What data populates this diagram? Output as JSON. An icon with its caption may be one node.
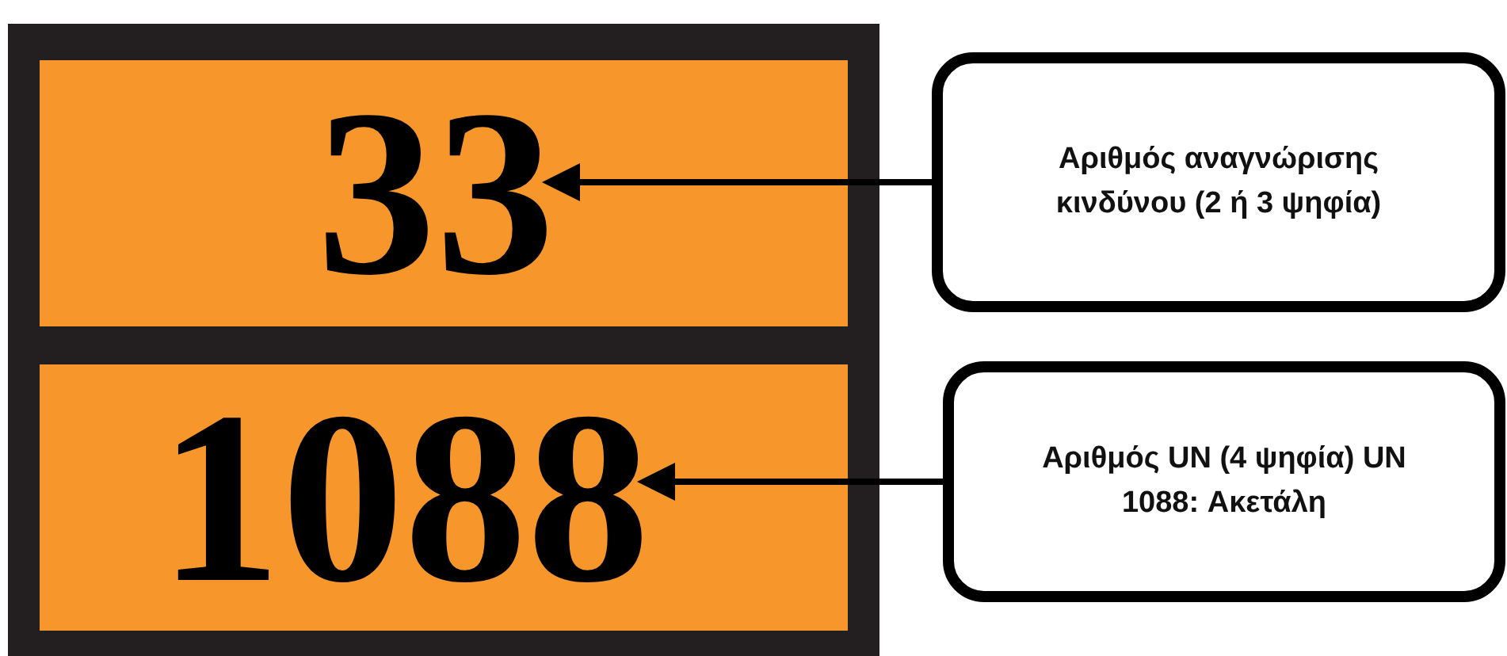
{
  "diagram": {
    "nodes": [
      {
        "text": [],
        "shape": "box"
      },
      {
        "text": [
          "33"
        ],
        "in": 0
      },
      {
        "text": [
          "Αριθμός αναγνώρισης κινδύνου (2 ή 3 ψηφία)"
        ]
      },
      {
        "text": [
          "1088"
        ],
        "in": 0
      },
      {
        "text": [
          "Αριθμός UN (4 ψηφία) UN 1088: Ακετάλη"
        ]
      }
    ],
    "edges": [
      {
        "from": 2,
        "to": 1,
        "arrow": "to"
      },
      {
        "from": 4,
        "to": 3,
        "arrow": "to"
      }
    ]
  }
}
